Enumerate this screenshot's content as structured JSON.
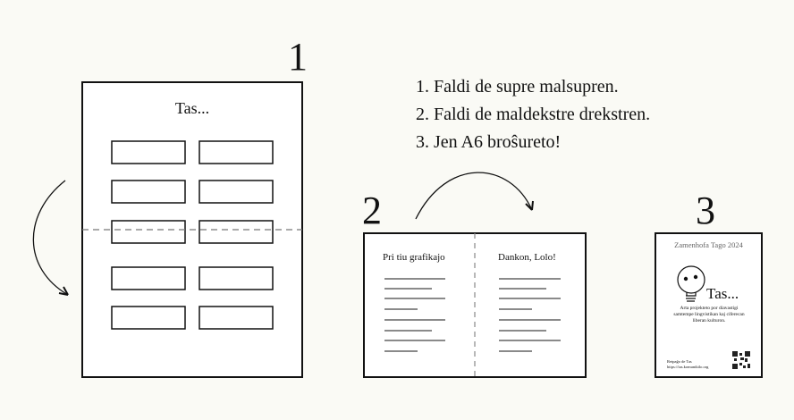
{
  "steps": {
    "numbers": [
      "1",
      "2",
      "3"
    ],
    "instructions": [
      "1. Faldi de supre malsupren.",
      "2. Faldi de maldekstre drekstren.",
      "3. Jen A6 broŝureto!"
    ]
  },
  "panel1": {
    "title": "Tas..."
  },
  "panel2": {
    "left_heading": "Pri tiu grafikajo",
    "right_heading": "Dankon, Lolo!"
  },
  "panel3": {
    "header": "Zamenhofa Tago 2024",
    "title": "Tas...",
    "description": "Arta projekteto por diavastigi samtempe lingvistikan kaj ciferecan liberan kulturon.",
    "footer_line1": "Retpaĝo de Tas",
    "footer_line2": "https://tas.komunikilo.org",
    "mascot_icon": "lightbulb-face-icon",
    "qr_icon": "qr-code-icon"
  }
}
